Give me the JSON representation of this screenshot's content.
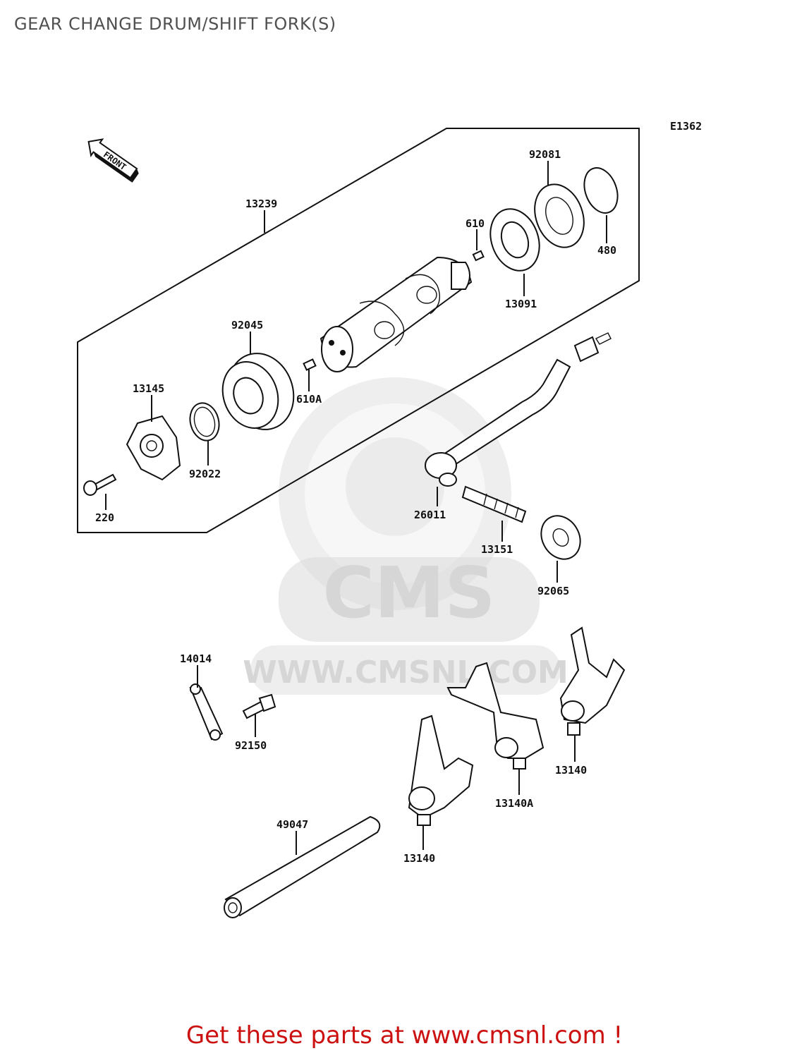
{
  "title": "GEAR CHANGE DRUM/SHIFT FORK(S)",
  "diagram_code": "E1362",
  "front_marker": "FRONT",
  "watermark": {
    "logo_text": "CMS",
    "url_text": "WWW.CMSNL.COM"
  },
  "part_labels": {
    "p13239": "13239",
    "p92081": "92081",
    "p610": "610",
    "p480": "480",
    "p13091": "13091",
    "p92045": "92045",
    "p13145": "13145",
    "p610A": "610A",
    "p92022": "92022",
    "p220": "220",
    "p26011": "26011",
    "p13151": "13151",
    "p92065": "92065",
    "p14014": "14014",
    "p92150": "92150",
    "p13140_right": "13140",
    "p13140A": "13140A",
    "p13140_bottom": "13140",
    "p49047": "49047"
  },
  "footer": {
    "text": "Get these parts at www.cmsnl.com !"
  },
  "colors": {
    "footer": "#cc1111",
    "title": "#505050",
    "watermark": "#d6d6d6",
    "ink": "#111111"
  }
}
